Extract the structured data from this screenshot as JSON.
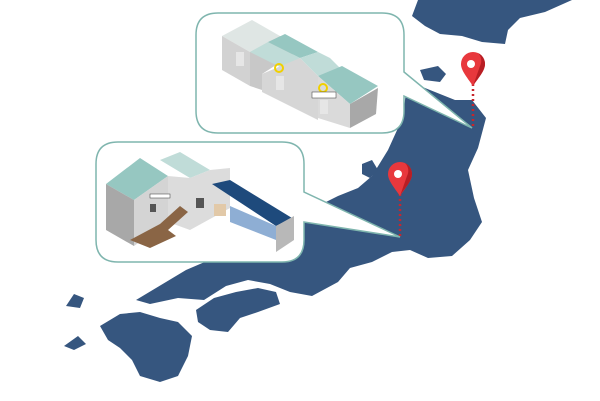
{
  "colors": {
    "land": "#36567f",
    "pin": "#e8383d",
    "bubble_border": "#7fb5ae",
    "roof": "#96c7c1",
    "wall": "#d8d8d8",
    "awning": "#1e4a7c"
  },
  "pins": [
    {
      "name": "northern-location-pin",
      "icon": "map-pin-icon"
    },
    {
      "name": "central-location-pin",
      "icon": "map-pin-icon"
    }
  ],
  "callouts": [
    {
      "name": "northern-facility-callout",
      "illustration": "warehouse-with-two-gabled-roofs"
    },
    {
      "name": "central-facility-callout",
      "illustration": "factory-with-loading-dock-and-storage-racks"
    }
  ]
}
